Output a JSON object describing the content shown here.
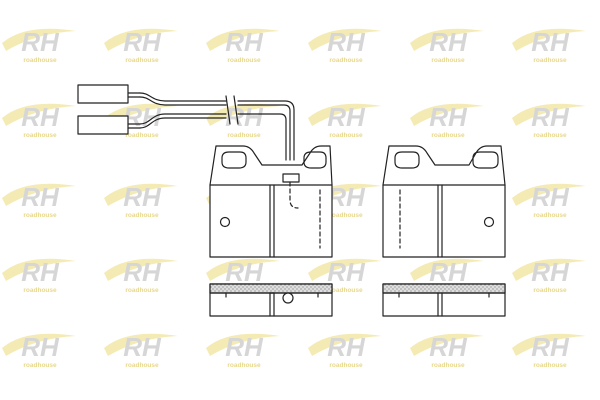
{
  "watermark": {
    "logo_text": "RH",
    "sub_text": "roadhouse",
    "logo_color": "#cfcfcf",
    "swoosh_color": "#f3e7a6",
    "sub_color": "#e4d27a"
  },
  "diagram": {
    "line_color": "#222222",
    "pad_fill": "#efefef",
    "wear_sensor_count": 2
  }
}
